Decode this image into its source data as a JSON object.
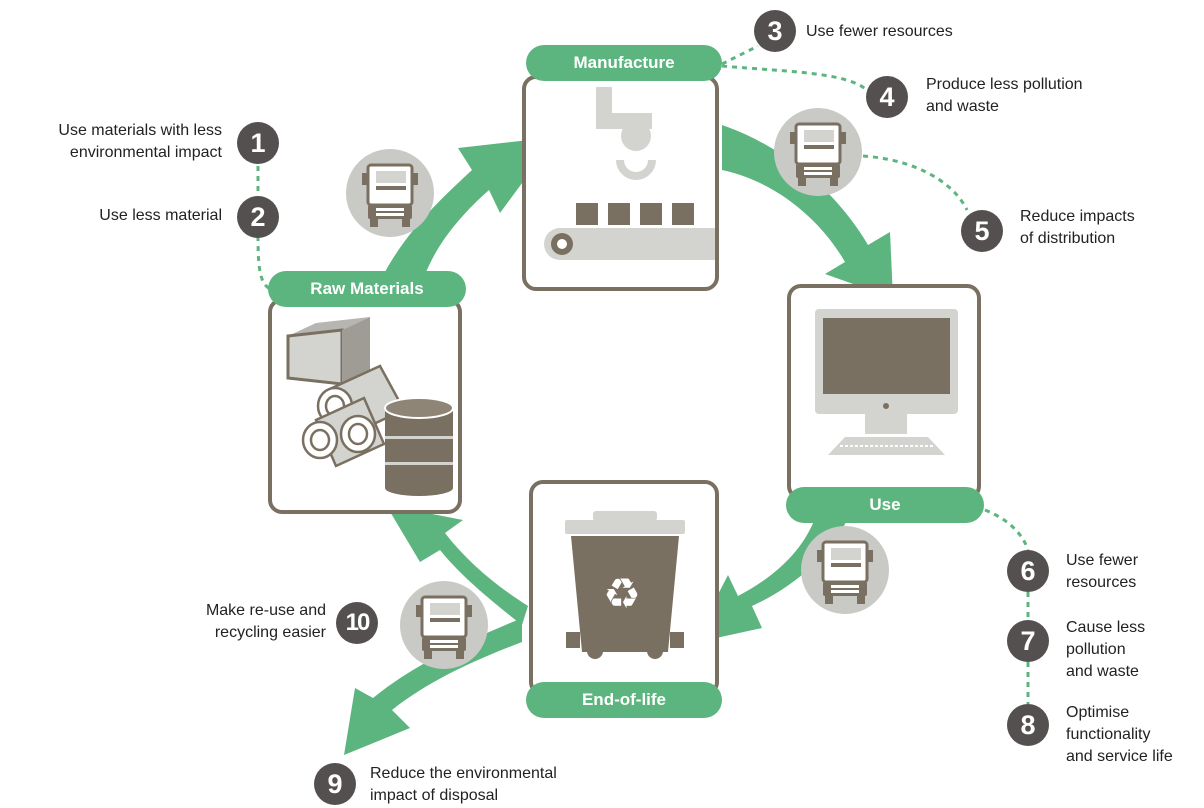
{
  "colors": {
    "green": "#5cb57e",
    "dark": "#545050",
    "brown": "#7a7061",
    "grey": "#d3d3d0",
    "truck_bg": "#c9c9c6"
  },
  "stages": {
    "manufacture": "Manufacture",
    "raw_materials": "Raw Materials",
    "use": "Use",
    "end_of_life": "End-of-life"
  },
  "steps": [
    {
      "number": "1",
      "text": "Use materials with less\nenvironmental impact"
    },
    {
      "number": "2",
      "text": "Use less material"
    },
    {
      "number": "3",
      "text": "Use fewer resources"
    },
    {
      "number": "4",
      "text": "Produce less pollution\nand waste"
    },
    {
      "number": "5",
      "text": "Reduce impacts\nof distribution"
    },
    {
      "number": "6",
      "text": "Use fewer\nresources"
    },
    {
      "number": "7",
      "text": "Cause less\npollution\nand waste"
    },
    {
      "number": "8",
      "text": "Optimise\nfunctionality\nand service life"
    },
    {
      "number": "9",
      "text": "Reduce the environmental\nimpact of disposal"
    },
    {
      "number": "10",
      "text": "Make re-use and\nrecycling easier"
    }
  ],
  "icons": [
    "truck-icon",
    "robot-arm-icon",
    "conveyor-belt-icon",
    "computer-icon",
    "recycling-bin-icon",
    "recycle-icon",
    "crate-icon",
    "logs-icon",
    "oil-barrel-icon"
  ]
}
